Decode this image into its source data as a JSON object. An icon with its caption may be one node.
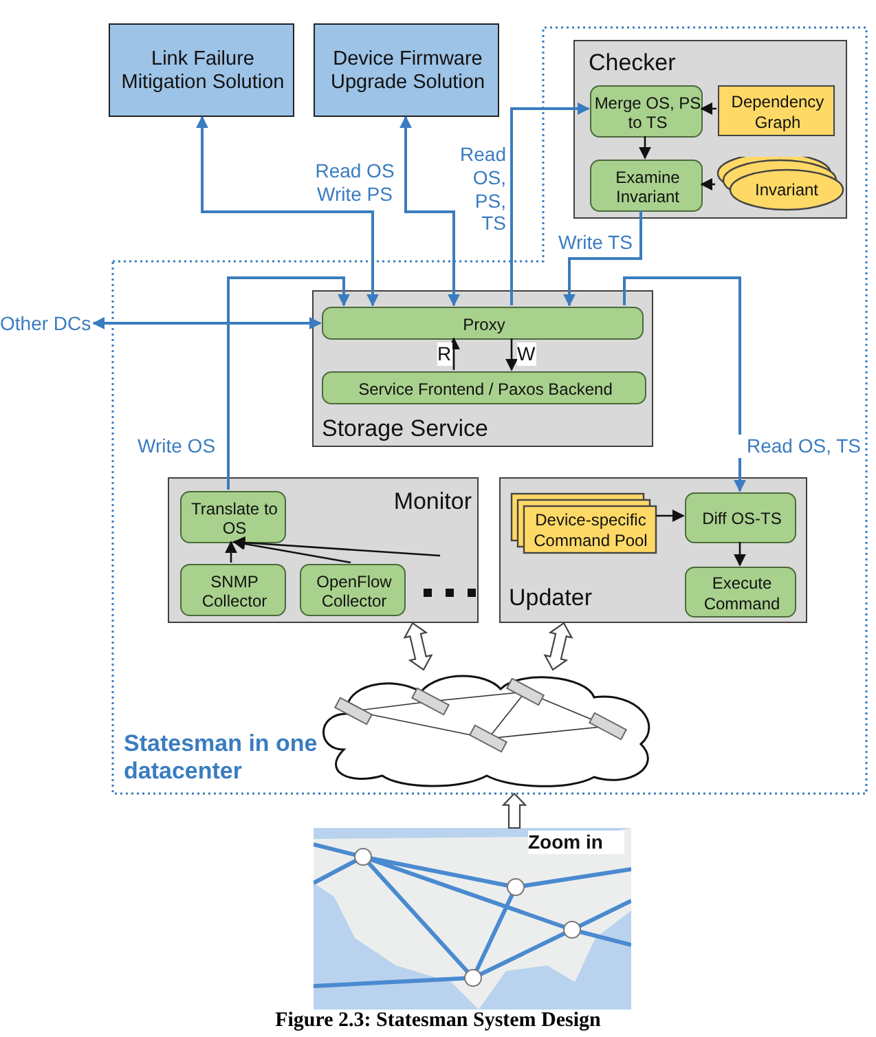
{
  "diagram": {
    "caption": "Figure 2.3: Statesman System Design",
    "nodes": [
      {
        "text": [
          "Link Failure Mitigation Solution"
        ]
      },
      {
        "text": [
          "Device Firmware Upgrade Solution"
        ]
      },
      {
        "text": [
          "Statesman in one datacenter"
        ]
      },
      {
        "text": [
          "Checker"
        ],
        "in": 2
      },
      {
        "text": [
          "Merge OS, PS to TS"
        ],
        "in": 3
      },
      {
        "text": [
          "Dependency Graph"
        ],
        "in": 3
      },
      {
        "text": [
          "Examine Invariant"
        ],
        "in": 3
      },
      {
        "text": [
          "Invariant"
        ],
        "in": 3
      },
      {
        "text": [
          "Storage Service"
        ],
        "in": 2
      },
      {
        "text": [
          "Proxy"
        ],
        "in": 8
      },
      {
        "text": [
          "Service Frontend / Paxos Backend"
        ],
        "in": 8
      },
      {
        "text": [
          "Monitor"
        ],
        "in": 2
      },
      {
        "text": [
          "Translate to OS"
        ],
        "in": 11
      },
      {
        "text": [
          "SNMP Collector"
        ],
        "in": 11
      },
      {
        "text": [
          "OpenFlow Collector"
        ],
        "in": 11
      },
      {
        "text": [
          "Updater"
        ],
        "in": 2
      },
      {
        "text": [
          "Device-specific Command Pool"
        ],
        "in": 15
      },
      {
        "text": [
          "Diff OS-TS"
        ],
        "in": 15
      },
      {
        "text": [
          "Execute Command"
        ],
        "in": 15
      },
      {
        "text": [],
        "shape": "cloud",
        "in": 2
      },
      {
        "text": [],
        "shape": "picture"
      },
      {
        "text": [
          "Other DCs"
        ]
      }
    ],
    "edges": [
      {
        "from": 9,
        "to": 0,
        "arrow": "both",
        "label": "Read OS Write PS",
        "color": "#3a7cc0"
      },
      {
        "from": 9,
        "to": 1,
        "arrow": "both",
        "color": "#3a7cc0"
      },
      {
        "from": 9,
        "to": 4,
        "arrow": "to",
        "label": "Read OS, PS, TS",
        "color": "#3a7cc0"
      },
      {
        "from": 6,
        "to": 9,
        "arrow": "to",
        "label": "Write TS",
        "color": "#3a7cc0"
      },
      {
        "from": 9,
        "to": 17,
        "arrow": "to",
        "label": "Read OS, TS",
        "color": "#3a7cc0"
      },
      {
        "from": 12,
        "to": 9,
        "arrow": "to",
        "label": "Write OS",
        "color": "#3a7cc0"
      },
      {
        "from": 9,
        "to": 21,
        "arrow": "both",
        "color": "#3a7cc0"
      },
      {
        "from": 10,
        "to": 9,
        "arrow": "to",
        "label": "R"
      },
      {
        "from": 9,
        "to": 10,
        "arrow": "to",
        "label": "W"
      },
      {
        "from": 4,
        "to": 6,
        "arrow": "to"
      },
      {
        "from": 5,
        "to": 4,
        "arrow": "to"
      },
      {
        "from": 7,
        "to": 6,
        "arrow": "to"
      },
      {
        "from": 16,
        "to": 17,
        "arrow": "to"
      },
      {
        "from": 17,
        "to": 18,
        "arrow": "to"
      },
      {
        "from": 13,
        "to": 12,
        "arrow": "to"
      },
      {
        "from": 14,
        "to": 12,
        "arrow": "to"
      },
      {
        "from": null,
        "to": 12,
        "arrow": "to"
      },
      {
        "from": 11,
        "to": 19,
        "arrow": "both",
        "style": "thick"
      },
      {
        "from": 15,
        "to": 19,
        "arrow": "both",
        "style": "thick"
      },
      {
        "from": 20,
        "to": 2,
        "arrow": "to",
        "style": "thick",
        "label": "Zoom in"
      }
    ]
  }
}
